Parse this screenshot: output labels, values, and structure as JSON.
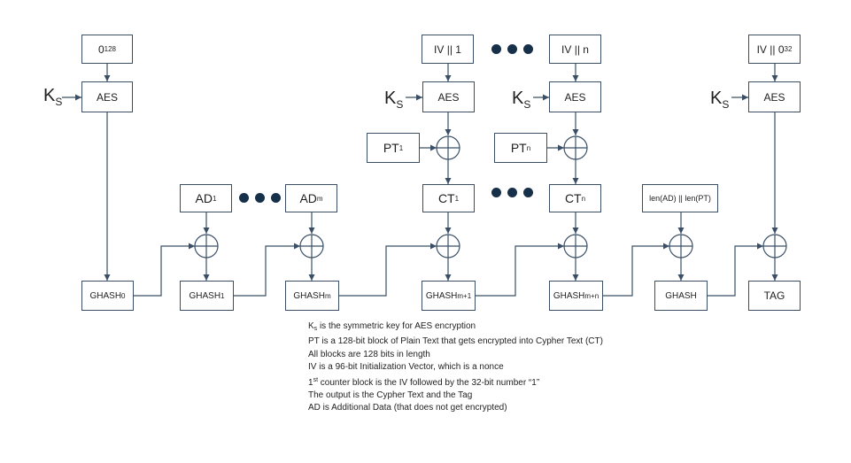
{
  "colors": {
    "line": "#3a4f66",
    "dots": "#17304a",
    "background": "#ffffff"
  },
  "key": {
    "main": "K",
    "sub": "S"
  },
  "boxes": {
    "zero": {
      "main": "0",
      "sup": "128"
    },
    "aes": "AES",
    "iv1": "IV || 1",
    "ivn": "IV || n",
    "ivz": {
      "main": "IV || 0",
      "sup": "32"
    },
    "pt1": {
      "main": "PT",
      "sub": "1"
    },
    "ptn": {
      "main": "PT",
      "sub": "n"
    },
    "ad1": {
      "main": "AD",
      "sub": "1"
    },
    "adm": {
      "main": "AD",
      "sub": "m"
    },
    "ct1": {
      "main": "CT",
      "sub": "1"
    },
    "ctn": {
      "main": "CT",
      "sub": "n"
    },
    "len": "len(AD) || len(PT)",
    "g0": {
      "main": "GHASH",
      "sub": "0"
    },
    "g1": {
      "main": "GHASH",
      "sub": "1"
    },
    "gm": {
      "main": "GHASH",
      "sub": "m"
    },
    "gm1": {
      "main": "GHASH",
      "sub": "m+1"
    },
    "gmn": {
      "main": "GHASH",
      "sub": "m+n"
    },
    "gh": "GHASH",
    "tag": "TAG"
  },
  "notes": {
    "n1": {
      "pre": "K",
      "sub": "s",
      "post": " is the symmetric key for AES encryption"
    },
    "n2": "PT is a 128-bit block of Plain Text that gets encrypted into Cypher Text (CT)",
    "n3": "All blocks are 128 bits in length",
    "n4": "IV is a 96-bit Initialization Vector, which is a nonce",
    "n5": {
      "pre": "1",
      "sup": "st",
      "post": " counter block is the IV followed by the 32-bit number “1”"
    },
    "n6": "The output is the Cypher Text and the Tag",
    "n7": "AD is Additional Data (that does not get encrypted)"
  }
}
